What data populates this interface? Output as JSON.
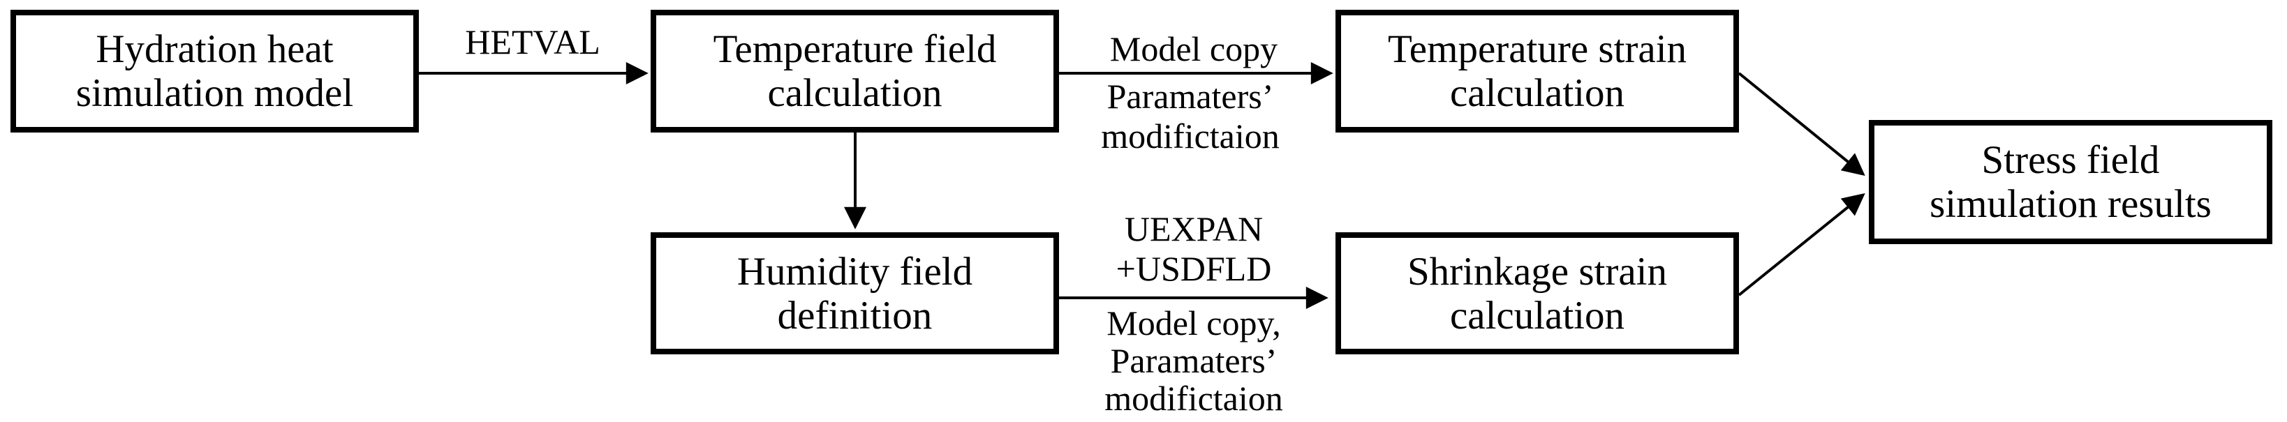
{
  "figure": {
    "type": "flowchart",
    "colors": {
      "background": "#ffffff",
      "box_border": "#000000",
      "box_fill": "#ffffff",
      "text": "#000000",
      "arrow": "#000000"
    },
    "boxes": [
      {
        "id": "hydration-heat",
        "label": "Hydration heat\nsimulation model"
      },
      {
        "id": "temperature-field",
        "label": "Temperature field\ncalculation"
      },
      {
        "id": "temperature-strain",
        "label": "Temperature strain\ncalculation"
      },
      {
        "id": "humidity-field",
        "label": "Humidity field\ndefinition"
      },
      {
        "id": "shrinkage-strain",
        "label": "Shrinkage strain\ncalculation"
      },
      {
        "id": "stress-field",
        "label": "Stress field\nsimulation results"
      }
    ],
    "edge_labels": [
      {
        "id": "hetval",
        "text": "HETVAL"
      },
      {
        "id": "model-copy-above",
        "text": "Model copy"
      },
      {
        "id": "model-copy-below",
        "text": "Paramaters’\nmodifictaion"
      },
      {
        "id": "uexpan-usdfld-above",
        "text": "UEXPAN\n+USDFLD"
      },
      {
        "id": "uexpan-usdfld-below",
        "text": "Model copy,\nParamaters’\nmodifictaion"
      }
    ]
  }
}
